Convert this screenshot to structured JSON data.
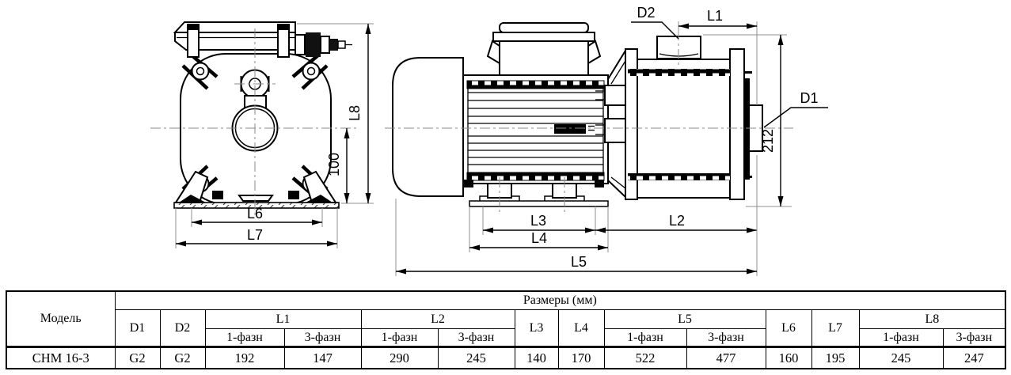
{
  "drawing": {
    "front": {
      "l8": "L8",
      "h100": "100",
      "l6": "L6",
      "l7": "L7"
    },
    "side": {
      "d2": "D2",
      "l1": "L1",
      "d1": "D1",
      "h212": "212",
      "l3": "L3",
      "l4": "L4",
      "l2": "L2",
      "l5": "L5"
    }
  },
  "table": {
    "model_col": "Модель",
    "title": "Размеры (мм)",
    "d1": "D1",
    "d2": "D2",
    "l1": "L1",
    "l2": "L2",
    "l3": "L3",
    "l4": "L4",
    "l5": "L5",
    "l6": "L6",
    "l7": "L7",
    "l8": "L8",
    "ph1": "1-фазн",
    "ph3": "3-фазн",
    "row": {
      "model": "CHM 16-3",
      "d1": "G2",
      "d2": "G2",
      "l1_1": "192",
      "l1_3": "147",
      "l2_1": "290",
      "l2_3": "245",
      "l3": "140",
      "l4": "170",
      "l5_1": "522",
      "l5_3": "477",
      "l6": "160",
      "l7": "195",
      "l8_1": "245",
      "l8_3": "247"
    }
  }
}
